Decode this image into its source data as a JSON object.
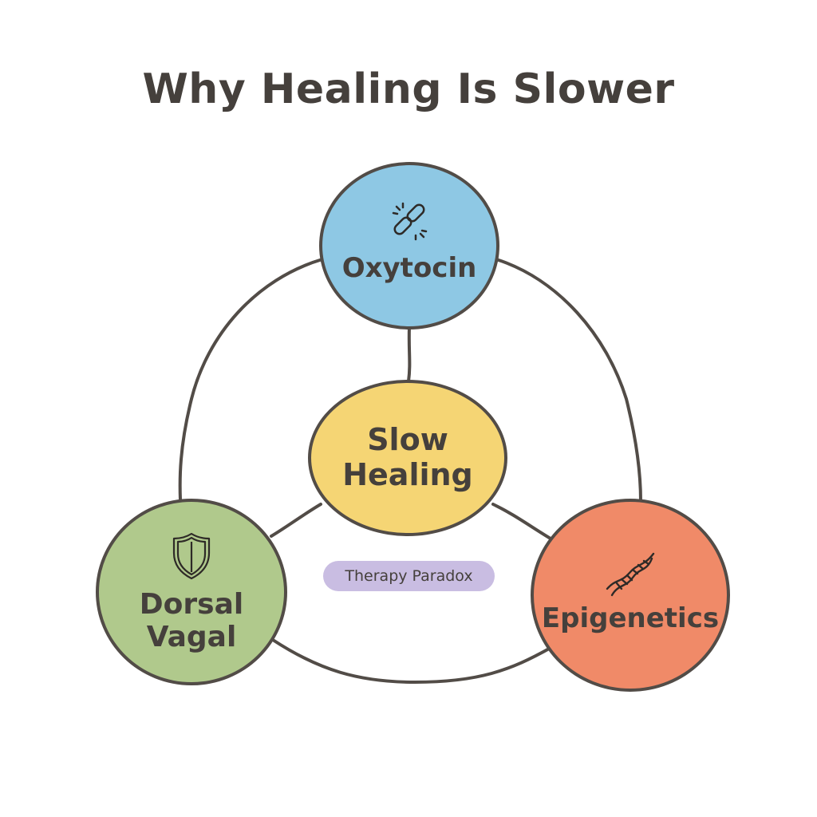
{
  "title": "Why Healing Is Slower",
  "nodes": {
    "oxytocin": {
      "label": "Oxytocin",
      "icon": "broken-link-icon",
      "color": "#8ec8e4"
    },
    "center": {
      "label_line1": "Slow",
      "label_line2": "Healing",
      "color": "#f5d574"
    },
    "dorsal": {
      "label_line1": "Dorsal",
      "label_line2": "Vagal",
      "icon": "shield-icon",
      "color": "#b0c98c"
    },
    "epigenetics": {
      "label": "Epigenetics",
      "icon": "dna-icon",
      "color": "#f08a68"
    }
  },
  "annotation": {
    "label": "Therapy Paradox",
    "color": "#c9bde2"
  },
  "stroke_color": "#524c47"
}
